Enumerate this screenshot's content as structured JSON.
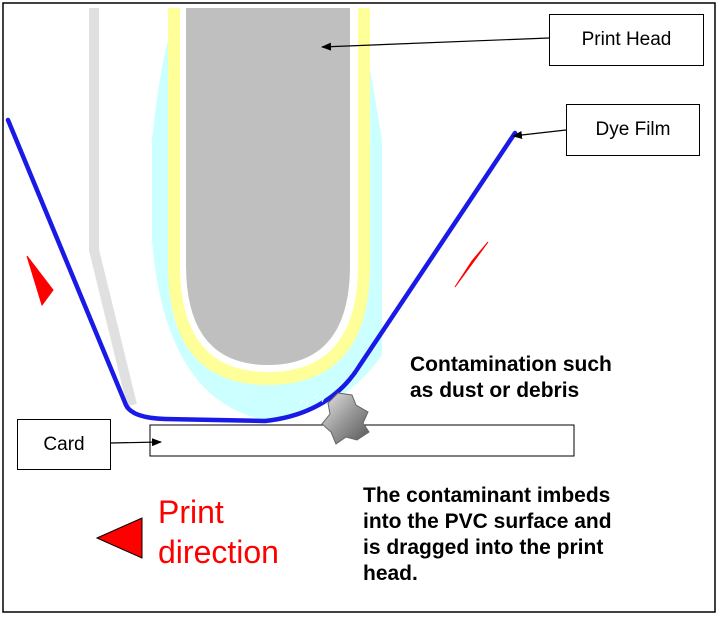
{
  "labels": {
    "print_head": "Print Head",
    "dye_film": "Dye Film",
    "card": "Card"
  },
  "notes": {
    "contamination_line1": "Contamination such",
    "contamination_line2": "as dust or debris",
    "contaminant_line1": "The contaminant imbeds",
    "contaminant_line2": "into the PVC surface and",
    "contaminant_line3": "is dragged into the print",
    "contaminant_line4": "head."
  },
  "direction": {
    "line1": "Print",
    "line2": "direction"
  },
  "colors": {
    "frame": "#000000",
    "print_head_fill": "#bfbfbf",
    "print_head_outline": "#ffff99",
    "glow": "#ccffff",
    "dye_film": "#1a1ae6",
    "arrow_red": "#ff0000",
    "guide": "#e0e0e0",
    "contaminant": "#999999"
  }
}
